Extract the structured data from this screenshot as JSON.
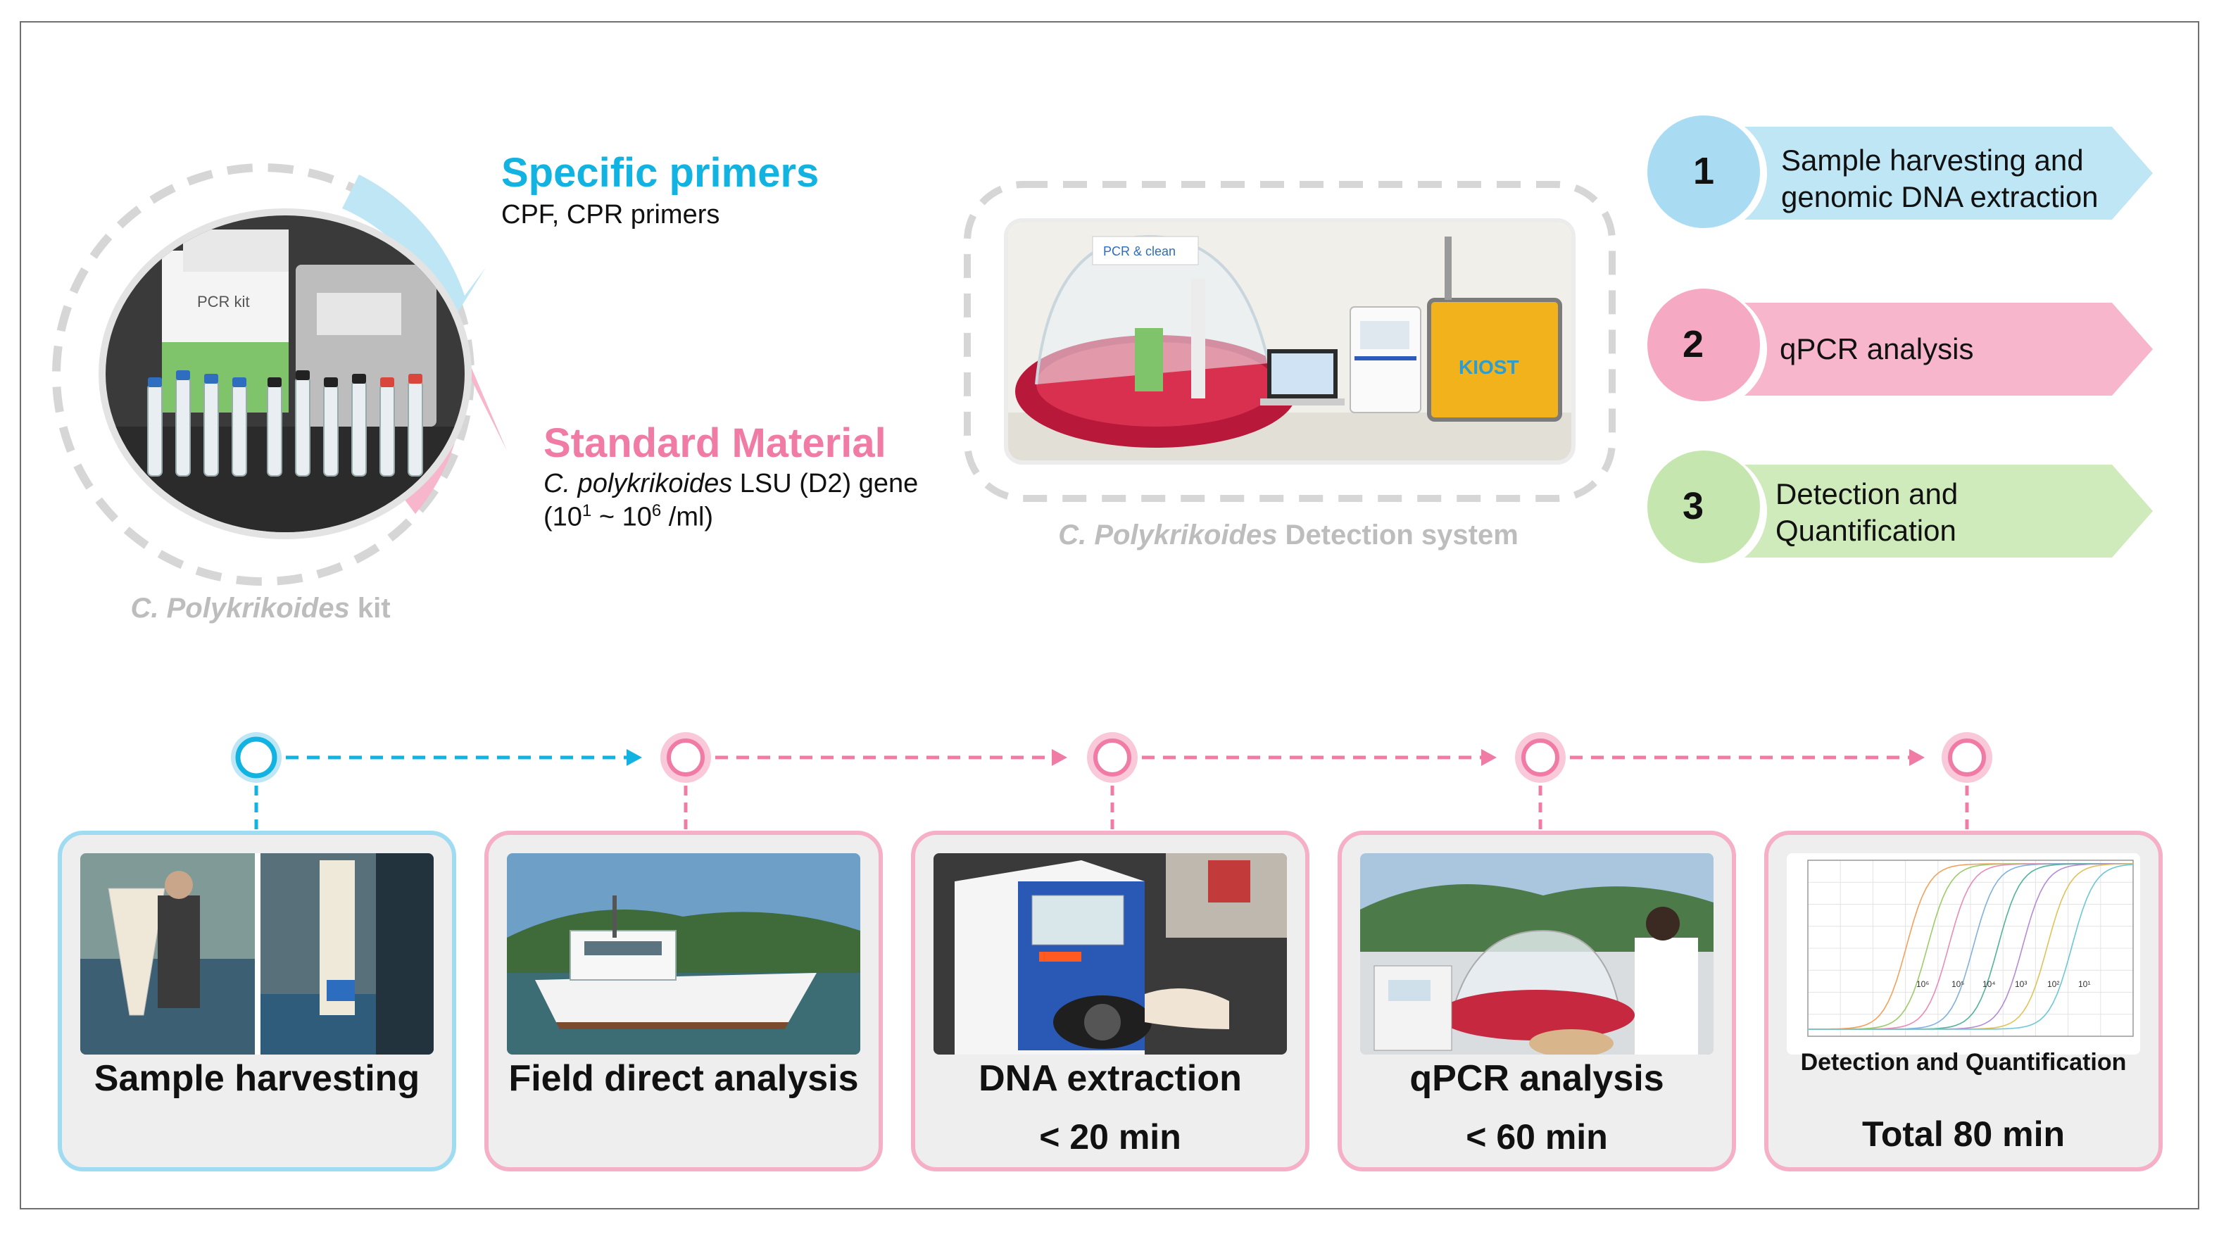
{
  "kit": {
    "primers_title": "Specific primers",
    "primers_sub": "CPF, CPR primers",
    "standard_title": "Standard Material",
    "standard_sub_italic": "C. polykrikoides",
    "standard_sub_rest": " LSU (D2) gene",
    "standard_range_a": "(10",
    "standard_range_exp1": "1",
    "standard_range_b": " ~ 10",
    "standard_range_exp2": "6",
    "standard_range_c": " /ml)",
    "label_italic": "C. Polykrikoides",
    "label_rest": " kit",
    "box_text": "PCR kit"
  },
  "system": {
    "label_italic": "C. Polykrikoides",
    "label_rest": " Detection system",
    "hood_text": "PCR & clean",
    "case_text": "KIOST"
  },
  "steps": [
    {
      "num": "1",
      "line1": "Sample harvesting and",
      "line2": "genomic DNA extraction"
    },
    {
      "num": "2",
      "line1": "qPCR analysis",
      "line2": ""
    },
    {
      "num": "3",
      "line1": "Detection and",
      "line2": "Quantification"
    }
  ],
  "workflow": [
    {
      "title": "Sample harvesting",
      "time": ""
    },
    {
      "title": "Field direct analysis",
      "time": ""
    },
    {
      "title": "DNA extraction",
      "time": "< 20 min"
    },
    {
      "title": "qPCR analysis",
      "time": "< 60 min"
    },
    {
      "title": "Detection and Quantification",
      "time": "Total 80 min"
    }
  ],
  "curve_labels": [
    "10⁶",
    "10⁵",
    "10⁴",
    "10³",
    "10²",
    "10¹"
  ],
  "colors": {
    "blue": "#12b3e0",
    "pink": "#f07ca6",
    "light_blue": "#bfe6f5",
    "light_pink": "#f7b6cc",
    "light_green": "#cfeabb",
    "grey_label": "#bdbdbd"
  }
}
